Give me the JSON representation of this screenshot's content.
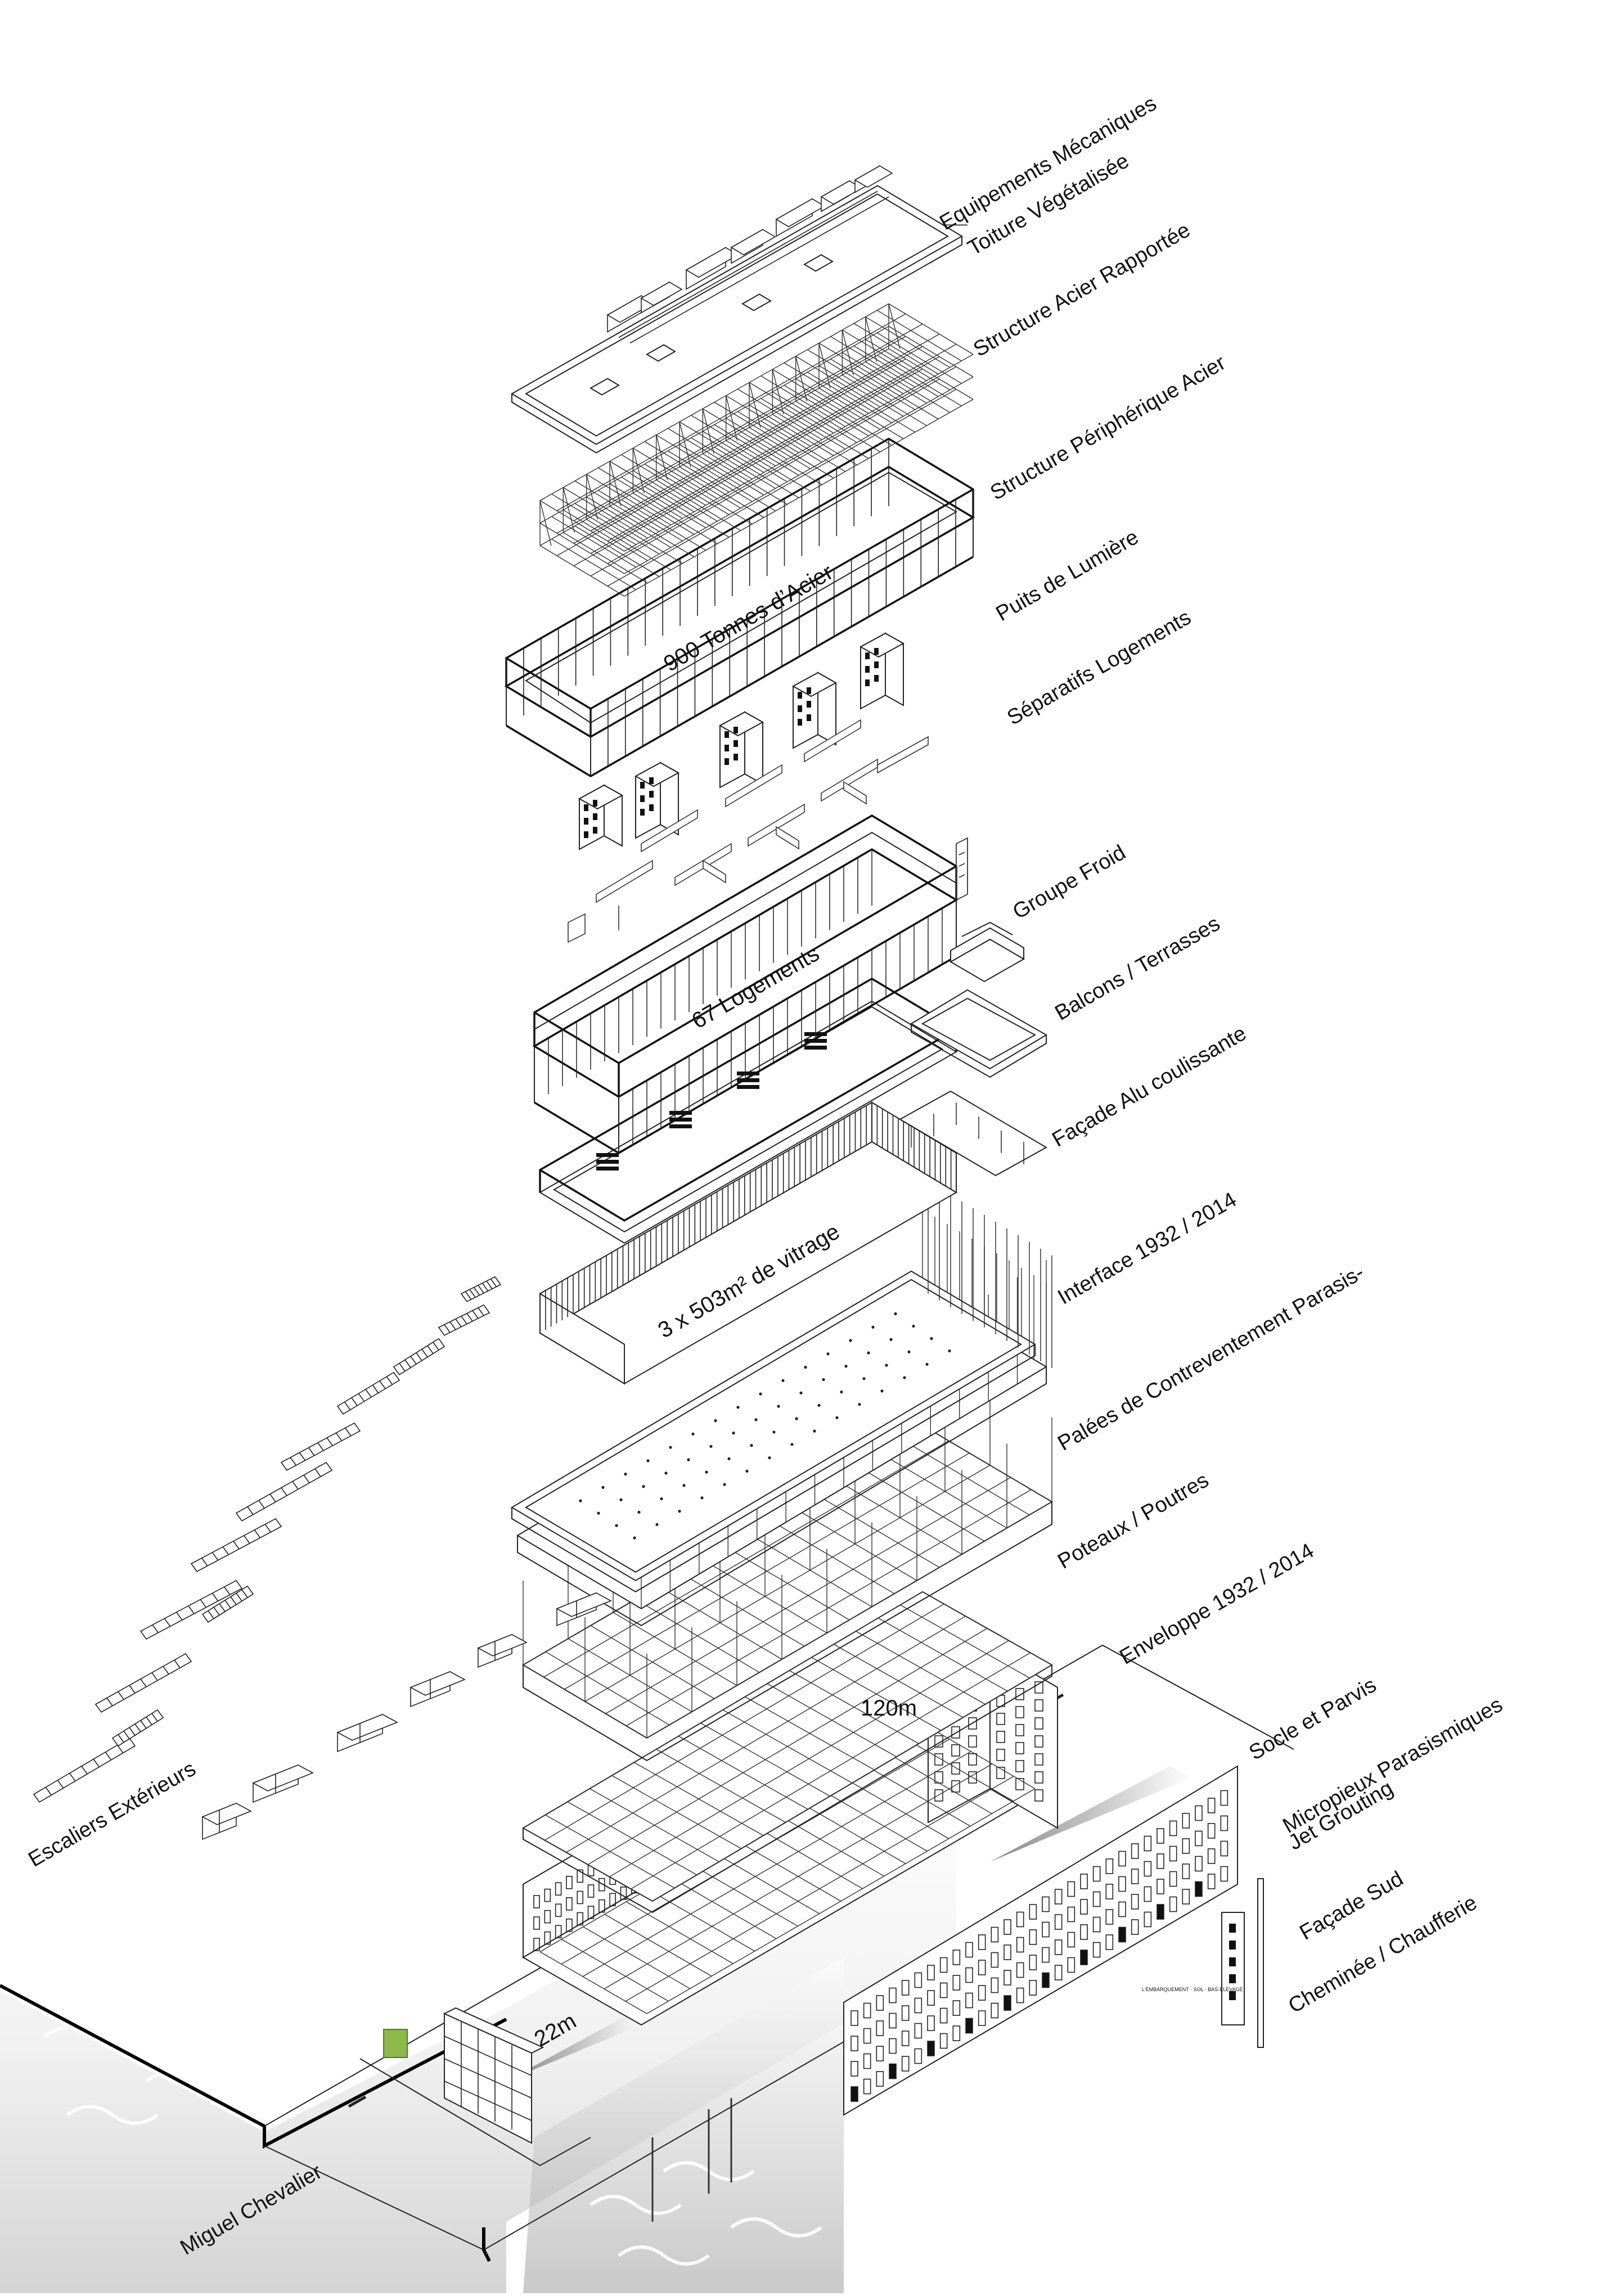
{
  "layer_labels": [
    "Equipements Mécaniques",
    "Toiture Végétalisée",
    "Structure Acier Rapportée",
    "Structure Périphérique Acier",
    "Puits de Lumière",
    "Séparatifs Logements",
    "Groupe Froid",
    "Balcons / Terrasses",
    "Façade Alu coulissante",
    "Interface 1932 / 2014",
    "Palées de Contreventement Parasis-",
    "Poteaux / Poutres",
    "Enveloppe 1932 / 2014",
    "Socle et Parvis",
    "Micropieux Parasismiques",
    "Jet Grouting",
    "Façade Sud",
    "Cheminée  / Chaufferie"
  ],
  "side_labels": {
    "stairs": "Escaliers Extérieurs",
    "street": "Miguel Chevalier"
  },
  "annotations": {
    "steel": "900 Tonnes d’Acier",
    "housing": "67 Logements",
    "glazing": "3 x 503m² de vitrage",
    "length": "120m",
    "width": "22m",
    "fine_print": "L'EMBARQUEMENT · SOL · BAS·ÉLEVAGE"
  },
  "colors": {
    "line": "#222222",
    "ink": "#111111",
    "plant": "#8db84a"
  }
}
